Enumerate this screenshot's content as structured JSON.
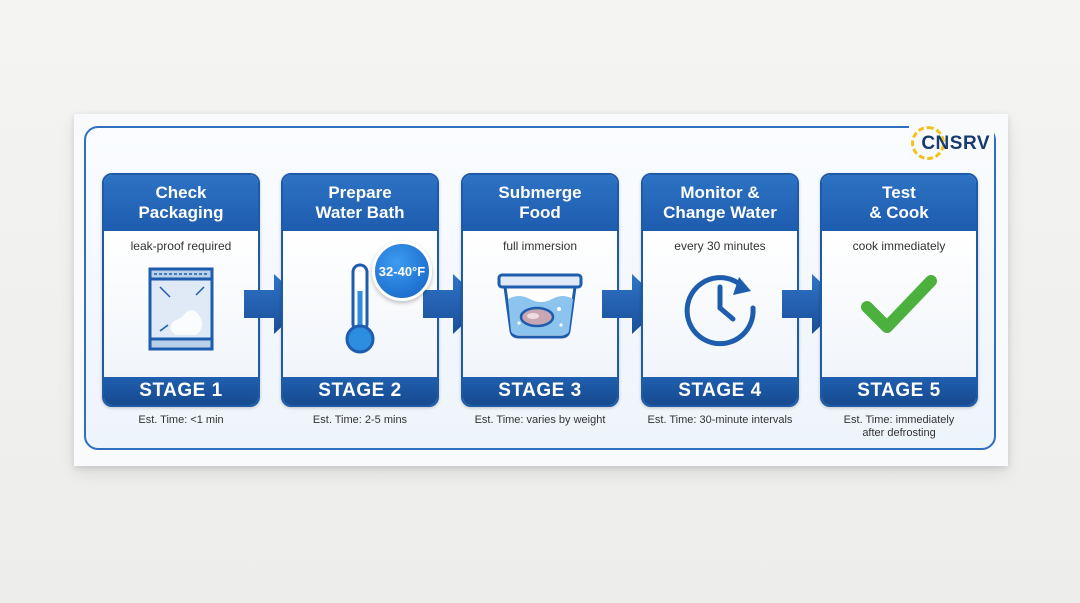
{
  "brand": {
    "logo_text": "CNSRV"
  },
  "colors": {
    "primary": "#1e5cae",
    "accent": "#2d72c4",
    "check": "#4cb03f",
    "logo_ring": "#f2c21b"
  },
  "stages": [
    {
      "title": "Check\nPackaging",
      "note": "leak-proof required",
      "label": "STAGE 1",
      "est": "Est. Time: <1 min",
      "icon": "vacuum-bag-icon"
    },
    {
      "title": "Prepare\nWater Bath",
      "note": "",
      "label": "STAGE 2",
      "est": "Est. Time: 2-5 mins",
      "icon": "thermometer-icon",
      "badge": "32-40°F"
    },
    {
      "title": "Submerge\nFood",
      "note": "full immersion",
      "label": "STAGE 3",
      "est": "Est. Time: varies by weight",
      "icon": "water-container-icon"
    },
    {
      "title": "Monitor &\nChange Water",
      "note": "every 30 minutes",
      "label": "STAGE 4",
      "est": "Est. Time: 30-minute intervals",
      "icon": "clock-refresh-icon"
    },
    {
      "title": "Test\n& Cook",
      "note": "cook immediately",
      "label": "STAGE 5",
      "est": "Est. Time: immediately\nafter defrosting",
      "icon": "checkmark-icon"
    }
  ]
}
